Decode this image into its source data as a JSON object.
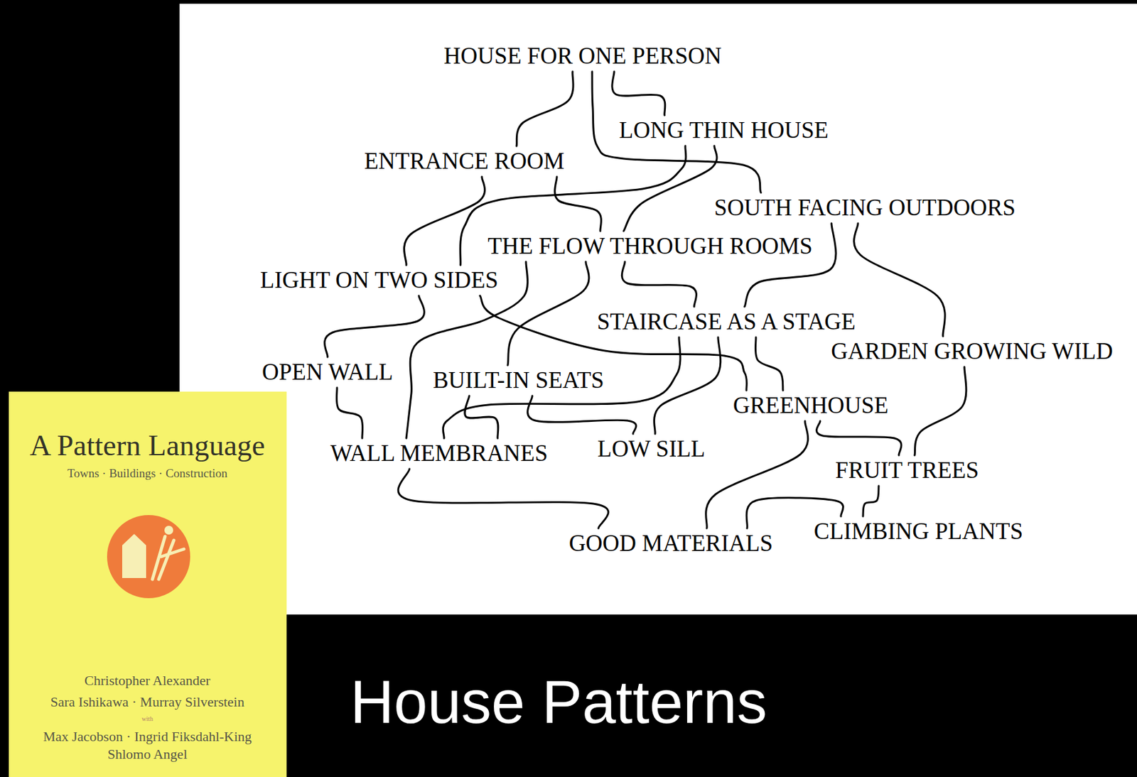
{
  "diagram": {
    "title": "House Patterns",
    "nodes": [
      {
        "text": [
          "HOUSE FOR ONE PERSON"
        ]
      },
      {
        "text": [
          "LONG THIN HOUSE"
        ]
      },
      {
        "text": [
          "ENTRANCE ROOM"
        ]
      },
      {
        "text": [
          "SOUTH FACING OUTDOORS"
        ]
      },
      {
        "text": [
          "THE FLOW THROUGH ROOMS"
        ]
      },
      {
        "text": [
          "LIGHT ON TWO SIDES"
        ]
      },
      {
        "text": [
          "STAIRCASE AS A STAGE"
        ]
      },
      {
        "text": [
          "GARDEN GROWING WILD"
        ]
      },
      {
        "text": [
          "OPEN WALL"
        ]
      },
      {
        "text": [
          "BUILT-IN SEATS"
        ]
      },
      {
        "text": [
          "GREENHOUSE"
        ]
      },
      {
        "text": [
          "WALL MEMBRANES"
        ]
      },
      {
        "text": [
          "LOW SILL"
        ]
      },
      {
        "text": [
          "FRUIT TREES"
        ]
      },
      {
        "text": [
          "CLIMBING PLANTS"
        ]
      },
      {
        "text": [
          "GOOD MATERIALS"
        ]
      }
    ],
    "edges": [
      {
        "from": 0,
        "to": 2,
        "arrow": "none"
      },
      {
        "from": 0,
        "to": 1,
        "arrow": "none"
      },
      {
        "from": 0,
        "to": 3,
        "arrow": "none"
      },
      {
        "from": 1,
        "to": 5,
        "arrow": "none"
      },
      {
        "from": 1,
        "to": 4,
        "arrow": "none"
      },
      {
        "from": 2,
        "to": 5,
        "arrow": "none"
      },
      {
        "from": 2,
        "to": 4,
        "arrow": "none"
      },
      {
        "from": 3,
        "to": 6,
        "arrow": "none"
      },
      {
        "from": 3,
        "to": 7,
        "arrow": "none"
      },
      {
        "from": 4,
        "to": 11,
        "arrow": "none"
      },
      {
        "from": 4,
        "to": 9,
        "arrow": "none"
      },
      {
        "from": 4,
        "to": 6,
        "arrow": "none"
      },
      {
        "from": 5,
        "to": 8,
        "arrow": "none"
      },
      {
        "from": 5,
        "to": 10,
        "arrow": "none"
      },
      {
        "from": 8,
        "to": 11,
        "arrow": "none"
      },
      {
        "from": 6,
        "to": 11,
        "arrow": "none"
      },
      {
        "from": 6,
        "to": 12,
        "arrow": "none"
      },
      {
        "from": 9,
        "to": 11,
        "arrow": "none"
      },
      {
        "from": 9,
        "to": 12,
        "arrow": "none"
      },
      {
        "from": 6,
        "to": 10,
        "arrow": "none"
      },
      {
        "from": 7,
        "to": 13,
        "arrow": "none"
      },
      {
        "from": 10,
        "to": 13,
        "arrow": "none"
      },
      {
        "from": 10,
        "to": 15,
        "arrow": "none"
      },
      {
        "from": 11,
        "to": 15,
        "arrow": "none"
      },
      {
        "from": 13,
        "to": 14,
        "arrow": "none"
      },
      {
        "from": 14,
        "to": 15,
        "arrow": "none"
      }
    ],
    "labels": [
      "A Pattern Language",
      "Towns · Buildings · Construction",
      "Christopher Alexander",
      "Sara Ishikawa · Murray Silverstein",
      "with",
      "Max Jacobson · Ingrid Fiksdahl-King",
      "Shlomo Angel"
    ]
  }
}
